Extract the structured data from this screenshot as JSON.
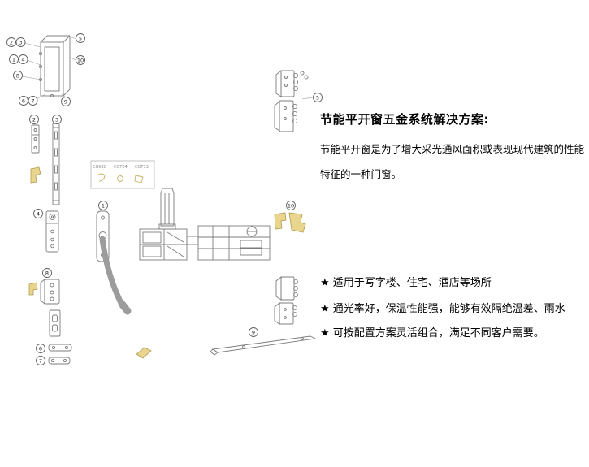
{
  "heading": "节能平开窗五金系统解决方案:",
  "description": {
    "line1": "节能平开窗是为了增大采光通风面积或表现现代建筑的性能",
    "line2": "特征的一种门窗。"
  },
  "features": [
    "★ 适用于写字楼、住宅、酒店等场所",
    "★ 通光率好，保温性能强，能够有效隔绝温差、雨水",
    "★ 可按配置方案灵活组合，满足不同客户需要。"
  ],
  "callouts": {
    "n1": "1",
    "n2": "2",
    "n3": "3",
    "n4": "4",
    "n5": "5",
    "n6": "6",
    "n7": "7",
    "n8": "8",
    "n9": "9",
    "n10": "10"
  },
  "part_codes": [
    "COK28",
    "COT04",
    "COT13"
  ],
  "colors": {
    "line": "#7d7d7d",
    "accent_yellow": "#e9d58e",
    "accent_yellow_stroke": "#b09a50",
    "text": "#000000"
  }
}
